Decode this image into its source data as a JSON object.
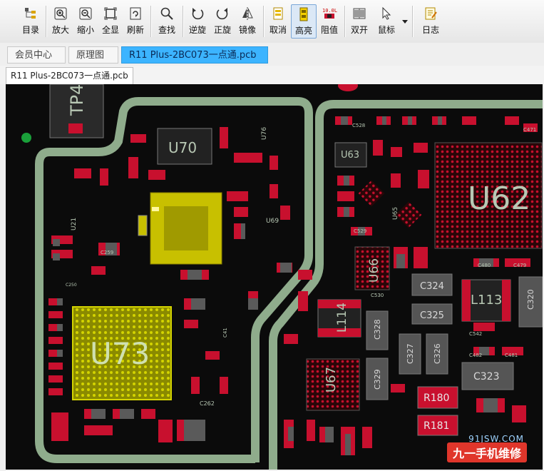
{
  "toolbar": {
    "items": [
      {
        "label": "目录",
        "icon": "tree-icon"
      },
      {
        "label": "放大",
        "icon": "zoom-in-icon"
      },
      {
        "label": "缩小",
        "icon": "zoom-out-icon"
      },
      {
        "label": "全显",
        "icon": "fit-all-icon"
      },
      {
        "label": "刷新",
        "icon": "refresh-icon"
      },
      {
        "label": "查找",
        "icon": "search-icon"
      },
      {
        "label": "逆旋",
        "icon": "rotate-ccw-icon"
      },
      {
        "label": "正旋",
        "icon": "rotate-cw-icon"
      },
      {
        "label": "镜像",
        "icon": "mirror-icon"
      },
      {
        "label": "取消",
        "icon": "cancel-icon"
      },
      {
        "label": "高亮",
        "icon": "highlight-icon"
      },
      {
        "label": "阻值",
        "icon": "resistance-icon"
      },
      {
        "label": "双开",
        "icon": "dual-open-icon"
      },
      {
        "label": "鼠标",
        "icon": "mouse-cursor-icon"
      },
      {
        "label": "日志",
        "icon": "log-icon"
      }
    ],
    "icon_badge": "10.0L"
  },
  "tabs": [
    {
      "label": "会员中心"
    },
    {
      "label": "原理图"
    },
    {
      "label": "R11 Plus-2BC073一点通.pcb"
    }
  ],
  "doc_tab": {
    "label": "R11 Plus-2BC073一点通.pcb"
  },
  "pcb_labels": {
    "tp4": "TP4",
    "u70": "U70",
    "u62": "U62",
    "u73": "U73",
    "u63": "U63",
    "u66": "U66",
    "u67": "U67",
    "u69": "U69",
    "u21": "U21",
    "u76": "U76",
    "u65": "U65",
    "l113": "L113",
    "l114": "L114",
    "c324": "C324",
    "c325": "C325",
    "c328": "C328",
    "c327": "C327",
    "c326": "C326",
    "c329": "C329",
    "c323": "C323",
    "c320": "C320",
    "r180": "R180",
    "r181": "R181",
    "c259": "C259",
    "c262": "C262",
    "c529": "C529",
    "c530": "C530",
    "c528": "C528",
    "c542": "C542",
    "c480": "C480",
    "c479": "C479",
    "c482": "C482",
    "c481": "C481",
    "c471": "C471",
    "c250": "C250",
    "c41": "C41"
  },
  "colors": {
    "accent": "#3cb4ff",
    "board_outline": "#8fac8c",
    "pad_red": "#c8102e",
    "highlight": "#d8d000"
  },
  "watermark": {
    "text": "九一手机维修",
    "site": "91JSW.COM"
  }
}
